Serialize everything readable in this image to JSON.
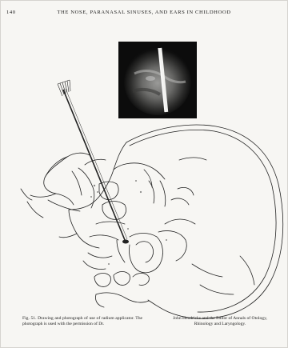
{
  "header": {
    "page_number": "140",
    "running_title": "THE NOSE, PARANASAL SINUSES, AND EARS IN CHILDHOOD"
  },
  "figure": {
    "caption_left": "Fig. 51. Drawing and photograph of use of radium applicator. The photograph is used with the permission of Dr.",
    "caption_right": "John Hendricks and the Editor of Annals of Otology, Rhinology and Laryngology."
  }
}
